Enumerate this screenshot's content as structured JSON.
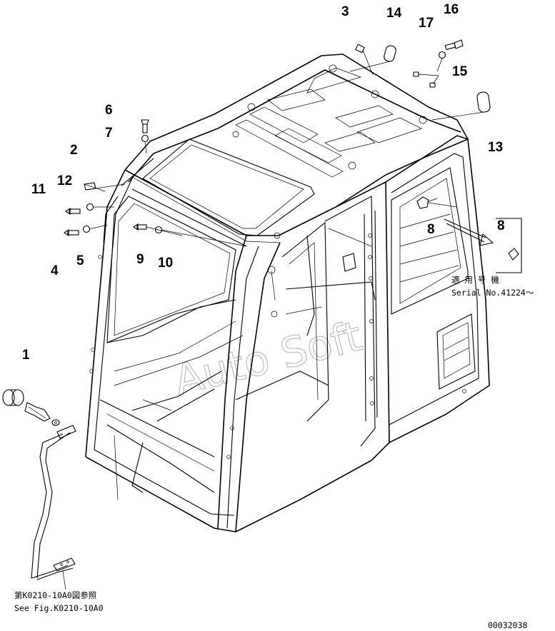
{
  "parts": {
    "p1": "1",
    "p2": "2",
    "p3": "3",
    "p4": "4",
    "p5": "5",
    "p6": "6",
    "p7": "7",
    "p8a": "8",
    "p8b": "8",
    "p9": "9",
    "p10": "10",
    "p11": "11",
    "p12": "12",
    "p13": "13",
    "p14": "14",
    "p15": "15",
    "p16": "16",
    "p17": "17"
  },
  "notes": {
    "serial_jp": "適 用 号 機",
    "serial_en": "Serial No.41224～",
    "ref_jp": "第K0210-10A0図参照",
    "ref_en": "See Fig.K0210-10A0",
    "drawing_no": "00032038"
  },
  "watermark": "Auto Soft"
}
